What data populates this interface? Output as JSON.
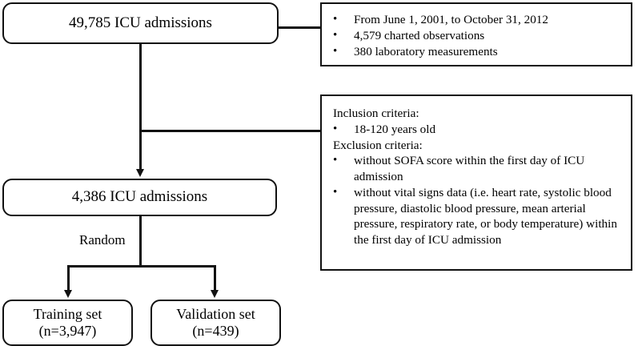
{
  "diagram": {
    "title": "ICU admissions study flow diagram",
    "stroke_color": "#111111",
    "background_color": "#ffffff",
    "nodes": {
      "total_admissions": "49,785 ICU admissions",
      "eligible_admissions": "4,386 ICU admissions",
      "training_set_line1": "Training set",
      "training_set_line2": "(n=3,947)",
      "validation_set_line1": "Validation set",
      "validation_set_line2": "(n=439)"
    },
    "edge_labels": {
      "random": "Random"
    },
    "source_panel": {
      "bullet_glyph": "•",
      "items": [
        "From June 1, 2001, to October 31, 2012",
        "4,579 charted observations",
        "380 laboratory measurements"
      ]
    },
    "criteria_panel": {
      "bullet_glyph": "•",
      "inclusion_heading": "Inclusion criteria:",
      "inclusion_items": [
        "18-120 years old"
      ],
      "exclusion_heading": "Exclusion criteria:",
      "exclusion_items": [
        "without SOFA score within the first day of ICU admission",
        "without vital signs data (i.e. heart rate, systolic blood pressure, diastolic blood pressure, mean arterial pressure, respiratory rate, or body temperature) within the first day of ICU admission"
      ]
    }
  }
}
